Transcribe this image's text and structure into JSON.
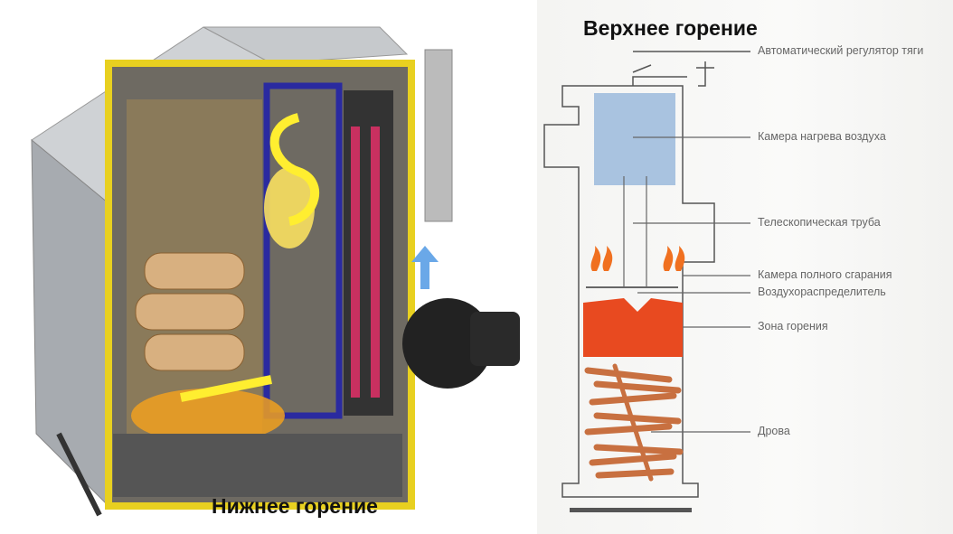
{
  "left_diagram": {
    "title": "Нижнее горение"
  },
  "right_diagram": {
    "title": "Верхнее горение",
    "labels": [
      "Автоматический регулятор тяги",
      "Камера нагрева воздуха",
      "Телескопическая труба",
      "Камера полного сгарания",
      "Воздухораспределитель",
      "Зона горения",
      "Дрова"
    ]
  },
  "colors": {
    "casing": "#b9bcc0",
    "insulation": "#e8d020",
    "water_jacket": "#2a2aa0",
    "flame": "#f06020",
    "air_chamber": "#a9c3e0",
    "wood": "#c87040"
  }
}
